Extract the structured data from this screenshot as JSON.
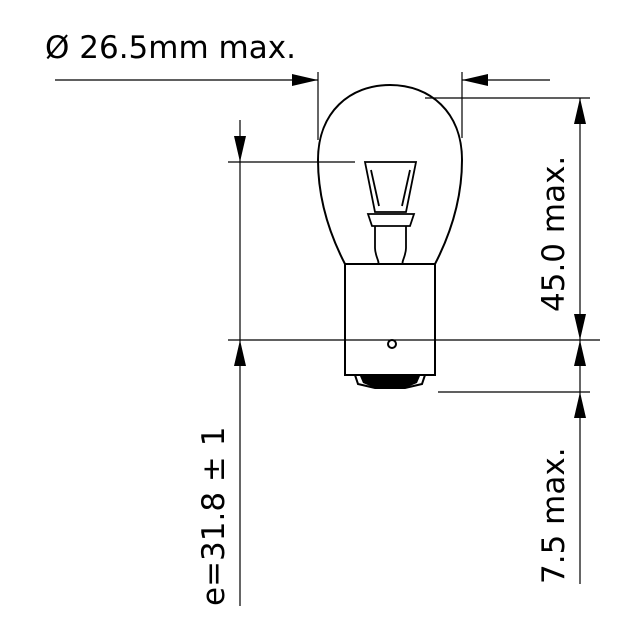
{
  "diagram": {
    "diameter_label": "Ø 26.5mm max.",
    "height_label": "45.0 max.",
    "base_label": "7.5 max.",
    "focal_label": "e=31.8 ± 1"
  },
  "colors": {
    "line": "#000000",
    "background": "#ffffff"
  }
}
